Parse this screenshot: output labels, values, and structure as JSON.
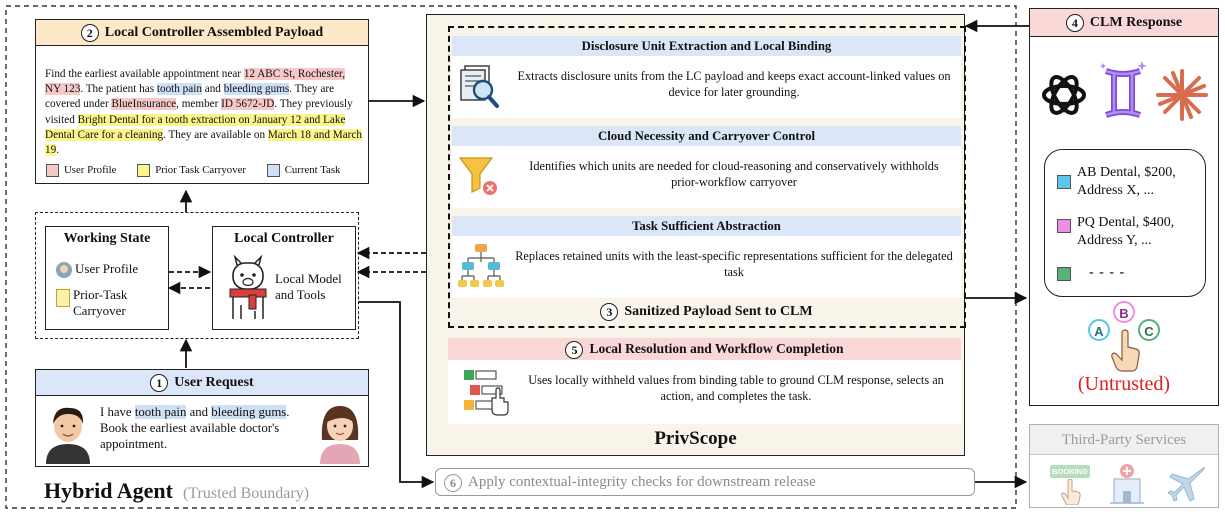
{
  "hybrid_agent": {
    "title": "Hybrid Agent",
    "subtitle": "(Trusted Boundary)"
  },
  "payload_panel": {
    "number": "2",
    "title": "Local Controller Assembled Payload",
    "text": {
      "t1": "Find the earliest available appointment near ",
      "h_address": "12 ABC St, Rochester, NY 123",
      "t2": ". The patient has ",
      "h_tooth": "tooth pain",
      "t3": " and ",
      "h_bleeding": "bleeding gums",
      "t4": ". They are covered under ",
      "h_insurance": "BlueInsurance",
      "t5": ", member ",
      "h_member": "ID 5672-JD",
      "t6": ". They previously visited ",
      "h_previous": "Bright Dental for a tooth extraction on January 12 and Lake Dental Care for a cleaning",
      "t7": ". They are available on ",
      "h_dates": "March 18 and March 19",
      "t8": "."
    },
    "legend": [
      "User Profile",
      "Prior Task Carryover",
      "Current Task"
    ]
  },
  "working_state": {
    "title": "Working State",
    "items": [
      "User Profile",
      "Prior-Task Carryover"
    ]
  },
  "local_controller": {
    "title": "Local Controller",
    "desc": "Local Model and Tools"
  },
  "user_request": {
    "number": "1",
    "title": "User Request",
    "text_a": "I have ",
    "h_tooth": "tooth pain",
    "text_b": " and ",
    "h_bleeding": "bleeding gums",
    "text_c": ". Book the earliest available doctor's appointment."
  },
  "privscope": {
    "title": "PrivScope",
    "stages": [
      {
        "title": "Disclosure Unit Extraction and Local Binding",
        "desc": "Extracts disclosure units from the LC payload and  keeps exact account-linked values on device for later grounding.",
        "icon": "document-search-icon"
      },
      {
        "title": "Cloud Necessity and Carryover Control",
        "desc": "Identifies which units are needed for cloud-reasoning and conservatively withholds prior-workflow carryover",
        "icon": "filter-icon"
      },
      {
        "title": "Task Sufficient Abstraction",
        "desc": "Replaces retained units with the least-specific representations sufficient for the delegated task",
        "icon": "hierarchy-icon"
      }
    ],
    "sanitized_number": "3",
    "sanitized_label": "Sanitized Payload Sent to CLM",
    "resolution_number": "5",
    "resolution_title": "Local Resolution and Workflow Completion",
    "resolution_desc": "Uses locally withheld values from binding table to ground CLM response, selects an action, and completes the task.",
    "resolution_icon": "numbered-list-icon"
  },
  "contextual_check": {
    "number": "6",
    "label": "Apply contextual-integrity checks for downstream release"
  },
  "clm": {
    "number": "4",
    "title": "CLM Response",
    "logos": [
      "openai-logo-icon",
      "gemini-logo-icon",
      "claude-logo-icon"
    ],
    "options": [
      {
        "text": "AB Dental, $200, Address X, ...",
        "color": "#5bc6e8"
      },
      {
        "text": "PQ Dental, $400, Address Y, ...",
        "color": "#ef8ce6"
      },
      {
        "text": "- - - -",
        "color": "#58b07a"
      }
    ],
    "choices": [
      "A",
      "B",
      "C"
    ],
    "untrusted": "(Untrusted)"
  },
  "third_party": {
    "title": "Third-Party Services",
    "icons": [
      "booking-icon",
      "hospital-icon",
      "airplane-icon"
    ],
    "booking_text": "BOOKING"
  },
  "colors": {
    "pink": "#f7c8c8",
    "yellow": "#fbf58a",
    "blue": "#cfe0f5",
    "untrusted": "#e02020"
  }
}
